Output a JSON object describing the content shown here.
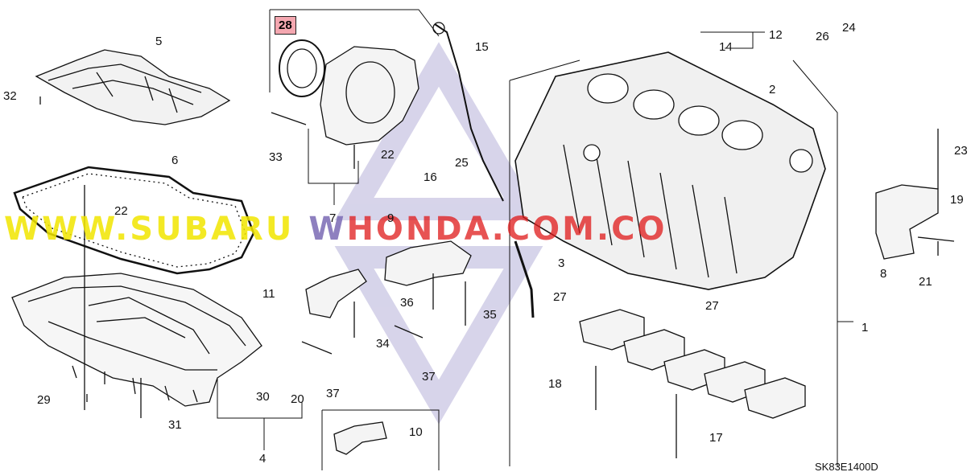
{
  "diagram": {
    "code": "SK83E1400D",
    "highlighted_part": "28",
    "parts": [
      "1",
      "2",
      "3",
      "4",
      "5",
      "6",
      "7",
      "8",
      "9",
      "10",
      "11",
      "12",
      "14",
      "15",
      "16",
      "17",
      "18",
      "19",
      "20",
      "21",
      "22",
      "22",
      "23",
      "24",
      "25",
      "26",
      "27",
      "27",
      "29",
      "30",
      "31",
      "32",
      "33",
      "34",
      "35",
      "36",
      "37",
      "37"
    ]
  },
  "watermark": {
    "part1": "WWW.SUBARU",
    "part2": "W",
    "part3": "HONDA",
    "part4": ".COM.CO",
    "color_yellow": "#f2e600",
    "color_purple": "#7b6bb5",
    "color_red": "#e01a1a"
  }
}
